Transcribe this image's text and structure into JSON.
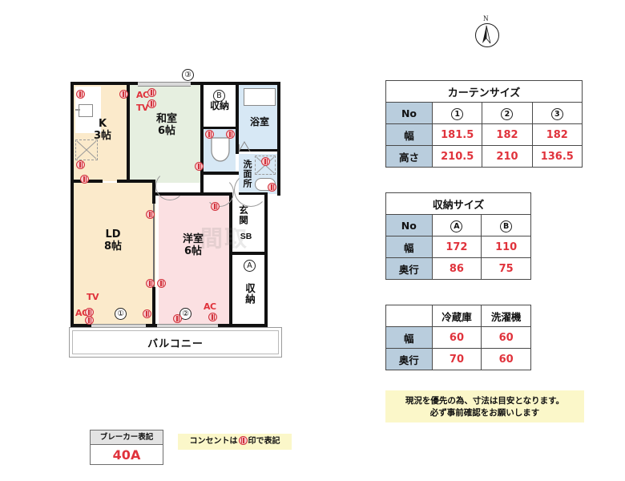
{
  "compass": {
    "north_label": "N"
  },
  "floor_plan": {
    "rooms": [
      {
        "name": "K",
        "size": "3帖"
      },
      {
        "name": "和室",
        "size": "6帖"
      },
      {
        "name": "LD",
        "size": "8帖"
      },
      {
        "name": "洋室",
        "size": "6帖"
      },
      {
        "name": "浴室",
        "size": ""
      },
      {
        "name": "洗面所",
        "size": ""
      },
      {
        "name": "玄関",
        "size": ""
      },
      {
        "name": "収納",
        "size": ""
      },
      {
        "name": "収納",
        "size": ""
      },
      {
        "name": "バルコニー",
        "size": ""
      }
    ],
    "shoe_box_label": "SB",
    "ac_label": "AC",
    "tv_label": "TV",
    "window_markers": [
      "①",
      "②",
      "③"
    ],
    "storage_markers": [
      "Ⓐ",
      "Ⓑ"
    ],
    "balcony_label": "バルコニー"
  },
  "curtain_table": {
    "title": "カーテンサイズ",
    "row_labels": [
      "No",
      "幅",
      "高さ"
    ],
    "columns": [
      "①",
      "②",
      "③"
    ],
    "width": [
      "181.5",
      "182",
      "182"
    ],
    "height": [
      "210.5",
      "210",
      "136.5"
    ]
  },
  "storage_table": {
    "title": "収納サイズ",
    "row_labels": [
      "No",
      "幅",
      "奥行"
    ],
    "columns": [
      "Ⓐ",
      "Ⓑ"
    ],
    "width": [
      "172",
      "110"
    ],
    "depth": [
      "86",
      "75"
    ]
  },
  "appliance_table": {
    "columns": [
      "冷蔵庫",
      "洗濯機"
    ],
    "row_labels": [
      "幅",
      "奥行"
    ],
    "width": [
      "60",
      "60"
    ],
    "depth": [
      "70",
      "60"
    ]
  },
  "note": {
    "line1": "現況を優先の為、寸法は目安となります。",
    "line2": "必ず事前確認をお願いします"
  },
  "breaker": {
    "title": "ブレーカー表記",
    "value": "40A"
  },
  "legend": {
    "text_before": "コンセントは",
    "text_after": "印で表記"
  },
  "colors": {
    "accent_red": "#e0333c",
    "table_label_blue": "#b9cddd",
    "note_yellow": "#fbf7c9",
    "room_beige": "#fbeacb",
    "room_green": "#e6efe0",
    "room_pink": "#fbe0e2",
    "room_blue": "#d7e8f5"
  }
}
